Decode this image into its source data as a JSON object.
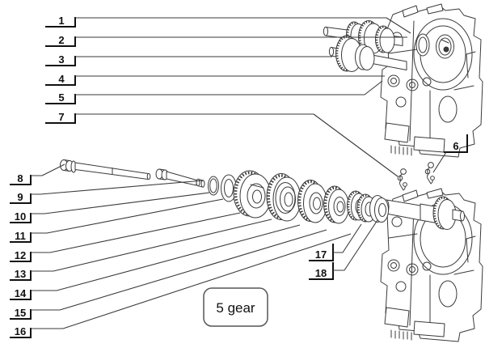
{
  "diagram": {
    "caption": "5 gear",
    "callouts": {
      "c1": "1",
      "c2": "2",
      "c3": "3",
      "c4": "4",
      "c5": "5",
      "c6": "6",
      "c7": "7",
      "c8": "8",
      "c9": "9",
      "c10": "10",
      "c11": "11",
      "c12": "12",
      "c13": "13",
      "c14": "14",
      "c15": "15",
      "c16": "16",
      "c17": "17",
      "c18": "18"
    },
    "colors": {
      "background": "#ffffff",
      "line": "#3a3a3a",
      "label_text": "#111111",
      "caption_border": "#555555"
    }
  }
}
